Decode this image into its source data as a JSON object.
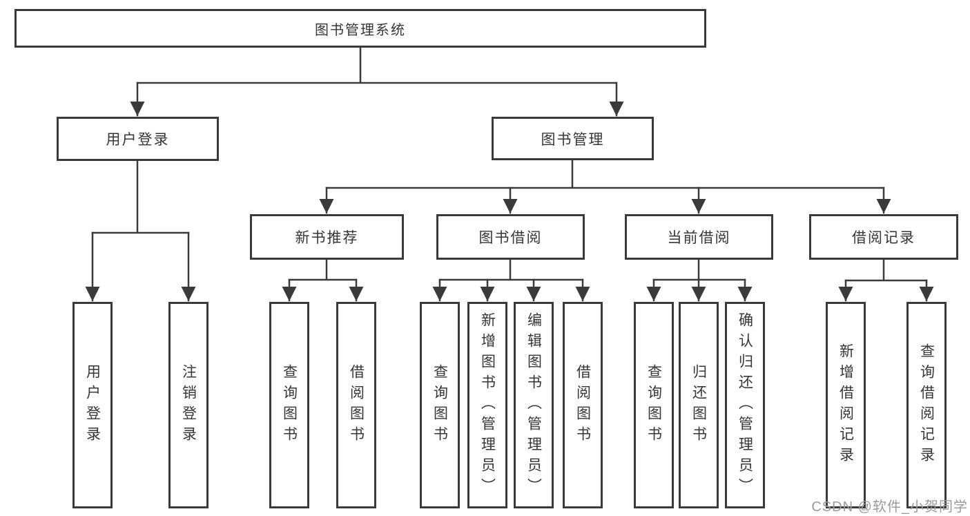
{
  "diagram": {
    "title": "图书管理系统",
    "level2": [
      {
        "label": "用户登录"
      },
      {
        "label": "图书管理"
      }
    ],
    "level3": [
      {
        "label": "新书推荐"
      },
      {
        "label": "图书借阅"
      },
      {
        "label": "当前借阅"
      },
      {
        "label": "借阅记录"
      }
    ],
    "leaves": {
      "login": [
        "用户登录",
        "注销登录"
      ],
      "recommend": [
        "查询图书",
        "借阅图书"
      ],
      "borrow": [
        "查询图书",
        "新增图书（管理员）",
        "编辑图书（管理员）",
        "借阅图书"
      ],
      "current": [
        "查询图书",
        "归还图书",
        "确认归还（管理员）"
      ],
      "records": [
        "新增借阅记录",
        "查询借阅记录"
      ]
    },
    "colors": {
      "line": "#3a3a3a",
      "text": "#363636",
      "background": "#ffffff",
      "watermark_gray": "#9b9b9b"
    },
    "watermark": "CSDN @软件_小贺同学"
  }
}
